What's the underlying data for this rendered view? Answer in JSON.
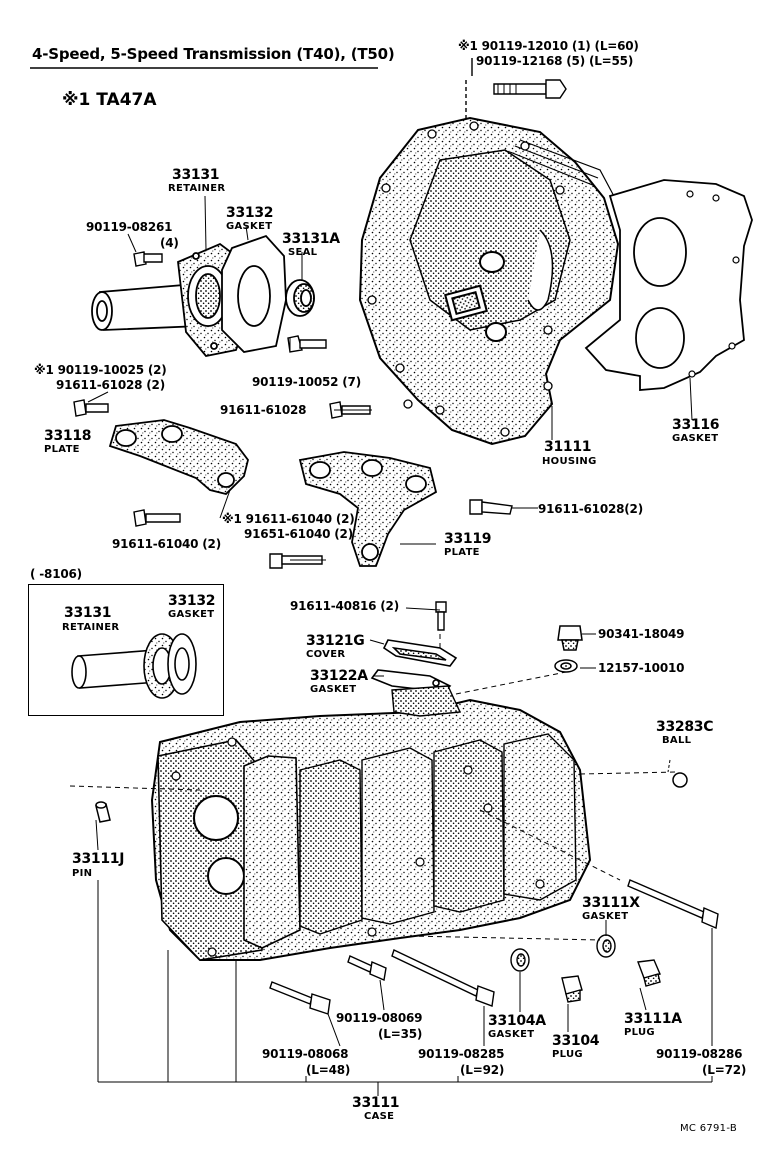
{
  "header": {
    "title": "4-Speed, 5-Speed Transmission (T40), (T50)",
    "note": "※1 TA47A"
  },
  "inset": {
    "range": "(      -8106)",
    "parts": [
      {
        "no": "33131",
        "name": "RETAINER"
      },
      {
        "no": "33132",
        "name": "GASKET"
      }
    ]
  },
  "labels": {
    "bolt_top_1": "※1 90119-12010 (1) (L=60)",
    "bolt_top_2": "90119-12168 (5) (L=55)",
    "retainer_no": "33131",
    "retainer_name": "RETAINER",
    "gasket_no": "33132",
    "gasket_name": "GASKET",
    "seal_no": "33131A",
    "seal_name": "SEAL",
    "bolt_08261": "90119-08261",
    "bolt_08261_qty": "(4)",
    "bolt_10052": "90119-10052 (7)",
    "bolt_10025": "※1 90119-10025 (2)",
    "bolt_61028a": "91611-61028 (2)",
    "bolt_61028b": "91611-61028",
    "plate18_no": "33118",
    "plate18_name": "PLATE",
    "housing_no": "31111",
    "housing_name": "HOUSING",
    "gasket16_no": "33116",
    "gasket16_name": "GASKET",
    "bolt_61028c": "91611-61028(2)",
    "bolt_61040a": "※1 91611-61040 (2)",
    "bolt_61040b": "91651-61040 (2)",
    "bolt_61040c": "91611-61040 (2)",
    "plate19_no": "33119",
    "plate19_name": "PLATE",
    "bolt_40816": "91611-40816 (2)",
    "cover_no": "33121G",
    "cover_name": "COVER",
    "gasket22_no": "33122A",
    "gasket22_name": "GASKET",
    "plug_18049": "90341-18049",
    "gasket_10010": "12157-10010",
    "ball_no": "33283C",
    "ball_name": "BALL",
    "pin_no": "33111J",
    "pin_name": "PIN",
    "gasketx_no": "33111X",
    "gasketx_name": "GASKET",
    "bolt_08069": "90119-08069",
    "bolt_08069_l": "(L=35)",
    "bolt_08068": "90119-08068",
    "bolt_08068_l": "(L=48)",
    "bolt_08285": "90119-08285",
    "bolt_08285_l": "(L=92)",
    "gasket04_no": "33104A",
    "gasket04_name": "GASKET",
    "plug04_no": "33104",
    "plug04_name": "PLUG",
    "plug11a_no": "33111A",
    "plug11a_name": "PLUG",
    "bolt_08286": "90119-08286",
    "bolt_08286_l": "(L=72)",
    "case_no": "33111",
    "case_name": "CASE",
    "ref": "MC 6791-B"
  }
}
